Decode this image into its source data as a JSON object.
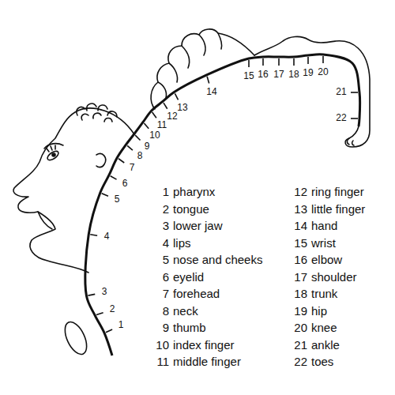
{
  "diagram": {
    "labels": [
      "1",
      "2",
      "3",
      "4",
      "5",
      "6",
      "7",
      "8",
      "9",
      "10",
      "11",
      "12",
      "13",
      "14",
      "15",
      "16",
      "17",
      "18",
      "19",
      "20",
      "21",
      "22",
      "1",
      "pharynx",
      "2",
      "tongue",
      "3",
      "lower jaw",
      "4",
      "lips",
      "5",
      "nose and cheeks",
      "6",
      "eyelid",
      "7",
      "forehead",
      "8",
      "neck",
      "9",
      "thumb",
      "10",
      "index finger",
      "11",
      "middle finger",
      "12",
      "ring finger",
      "13",
      "little finger",
      "14",
      "hand",
      "15",
      "wrist",
      "16",
      "elbow",
      "17",
      "shoulder",
      "18",
      "trunk",
      "19",
      "hip",
      "20",
      "knee",
      "21",
      "ankle",
      "22",
      "toes"
    ]
  }
}
